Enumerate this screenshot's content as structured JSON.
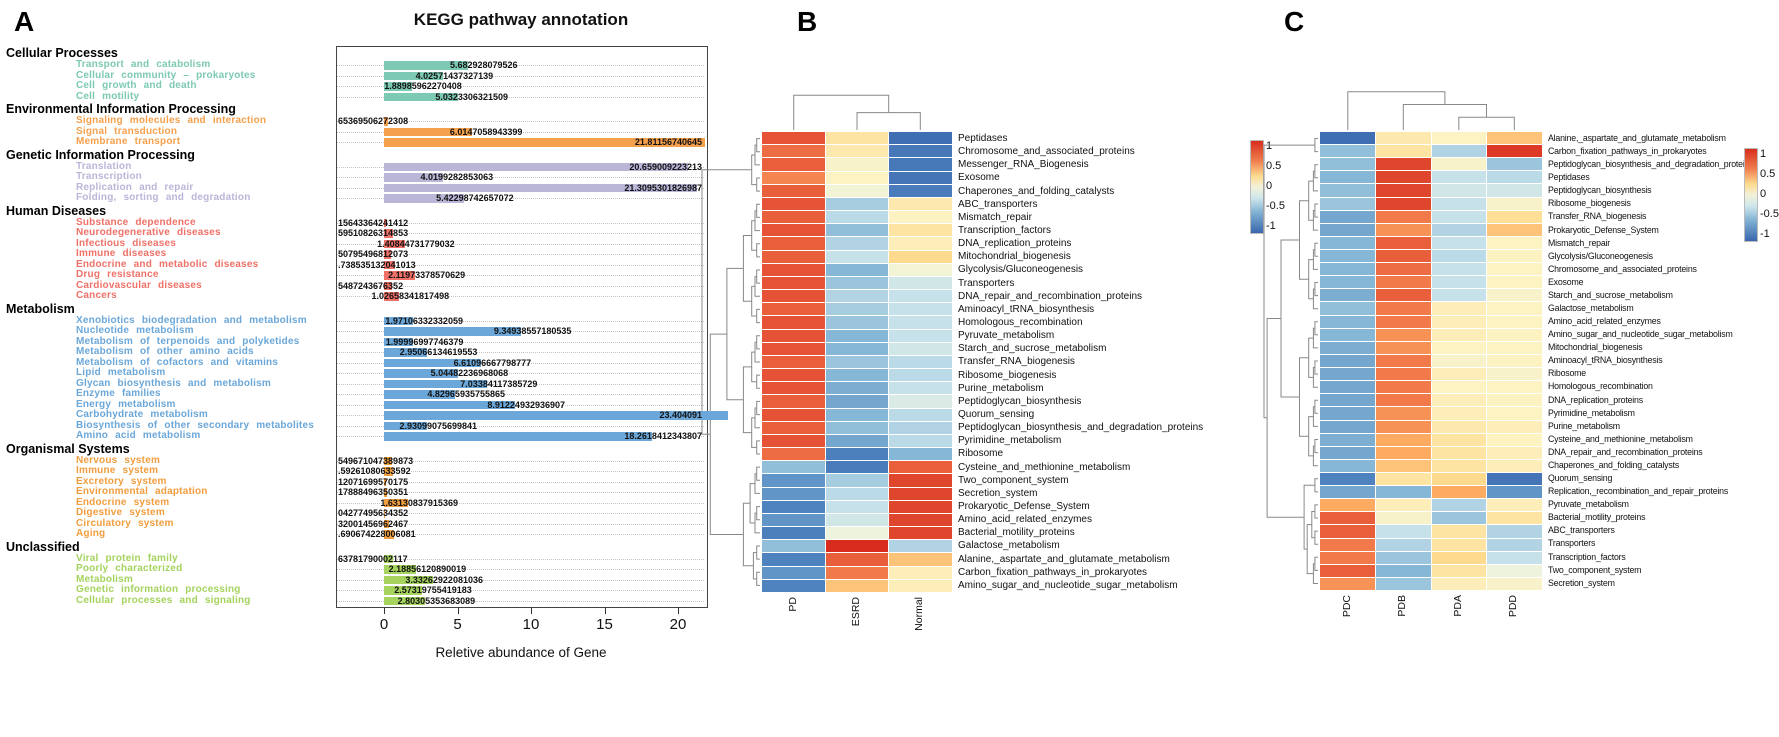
{
  "figure": {
    "panel_a_letter": "A",
    "panel_b_letter": "B",
    "panel_c_letter": "C"
  },
  "chart_data": [
    {
      "type": "bar",
      "panel": "A",
      "title": "KEGG pathway annotation",
      "xlabel": "Reletive abundance of Gene",
      "x_ticks": [
        0,
        5,
        10,
        15,
        20
      ],
      "x_axis_max_units": 21.9,
      "groups": [
        {
          "name": "Cellular Processes",
          "color": "#7cc9b4",
          "items": [
            {
              "label": "Transport and catabolism",
              "value": 5.683,
              "text": "5.682928079526"
            },
            {
              "label": "Cellular community – prokaryotes",
              "value": 4.026,
              "text": "4.02571437327139"
            },
            {
              "label": "Cell growth and death",
              "value": 1.89,
              "text": "1.88985962270408"
            },
            {
              "label": "Cell motility",
              "value": 5.032,
              "text": "5.0323306321509"
            }
          ]
        },
        {
          "name": "Environmental Information Processing",
          "color": "#f5a04c",
          "items": [
            {
              "label": "Signaling molecules and interaction",
              "value": 0.27,
              "text": "65369506272308"
            },
            {
              "label": "Signal transduction",
              "value": 6.015,
              "text": "6.0147058943399"
            },
            {
              "label": "Membrane transport",
              "value": 21.812,
              "text": "21.81156740645"
            }
          ]
        },
        {
          "name": "Genetic Information Processing",
          "color": "#b9b6d8",
          "items": [
            {
              "label": "Translation",
              "value": 20.659,
              "text": "20.659009223213"
            },
            {
              "label": "Transcription",
              "value": 4.02,
              "text": "4.0199282853063"
            },
            {
              "label": "Replication and repair",
              "value": 21.31,
              "text": "21.3095301826987"
            },
            {
              "label": "Folding, sorting and degradation",
              "value": 5.423,
              "text": "5.42298742657072"
            }
          ]
        },
        {
          "name": "Human Diseases",
          "color": "#ef7168",
          "items": [
            {
              "label": "Substance dependence",
              "value": 0.156,
              "text": "15643364241412"
            },
            {
              "label": "Neurodegenerative diseases",
              "value": 0.595,
              "text": "59510826314853"
            },
            {
              "label": "Infectious diseases",
              "value": 1.408,
              "text": "1.40844731779032"
            },
            {
              "label": "Immune diseases",
              "value": 0.508,
              "text": "50795496812073"
            },
            {
              "label": "Endocrine and metabolic diseases",
              "value": 0.739,
              "text": ".738535132041013"
            },
            {
              "label": "Drug resistance",
              "value": 2.12,
              "text": "2.11973378570629"
            },
            {
              "label": "Cardiovascular diseases",
              "value": 0.549,
              "text": "5487243676352"
            },
            {
              "label": "Cancers",
              "value": 1.027,
              "text": "1.02658341817498"
            }
          ]
        },
        {
          "name": "Metabolism",
          "color": "#6ba7d8",
          "items": [
            {
              "label": "Xenobiotics biodegradation and metabolism",
              "value": 1.971,
              "text": "1.97106332332059"
            },
            {
              "label": "Nucleotide metabolism",
              "value": 9.349,
              "text": "9.34938557180535"
            },
            {
              "label": "Metabolism of terpenoids and polyketides",
              "value": 2.0,
              "text": "1.99996997746379"
            },
            {
              "label": "Metabolism of other amino acids",
              "value": 2.951,
              "text": "2.95066134619553"
            },
            {
              "label": "Metabolism of cofactors and vitamins",
              "value": 6.611,
              "text": "6.61096667798777"
            },
            {
              "label": "Lipid metabolism",
              "value": 5.045,
              "text": "5.04482236968068"
            },
            {
              "label": "Glycan biosynthesis and metabolism",
              "value": 7.034,
              "text": "7.03384117385729"
            },
            {
              "label": "Enzyme families",
              "value": 4.83,
              "text": "4.82965935755865"
            },
            {
              "label": "Energy metabolism",
              "value": 8.912,
              "text": "8.91224932936907"
            },
            {
              "label": "Carbohydrate metabolism",
              "value": 23.404,
              "text": "23.404091"
            },
            {
              "label": "Biosynthesis of other secondary metabolites",
              "value": 2.931,
              "text": "2.93099075699841"
            },
            {
              "label": "Amino acid metabolism",
              "value": 18.262,
              "text": "18.2618412343807"
            }
          ]
        },
        {
          "name": "Organismal Systems",
          "color": "#f09d3e",
          "items": [
            {
              "label": "Nervous system",
              "value": 0.55,
              "text": "549671047389873"
            },
            {
              "label": "Immune system",
              "value": 0.593,
              "text": ".59261080633592"
            },
            {
              "label": "Excretory system",
              "value": 0.121,
              "text": "12071699570175"
            },
            {
              "label": "Environmental adaptation",
              "value": 0.179,
              "text": "17888496350351"
            },
            {
              "label": "Endocrine system",
              "value": 1.631,
              "text": "1.63130837915369"
            },
            {
              "label": "Digestive system",
              "value": 0.043,
              "text": "04277495634352"
            },
            {
              "label": "Circulatory system",
              "value": 0.32,
              "text": "32001456962467"
            },
            {
              "label": "Aging",
              "value": 0.691,
              "text": ".690674228006081"
            }
          ]
        },
        {
          "name": "Unclassified",
          "color": "#a5d35e",
          "items": [
            {
              "label": "Viral protein family",
              "value": 0.638,
              "text": "63781790002117"
            },
            {
              "label": "Poorly characterized",
              "value": 2.189,
              "text": "2.18856120890019"
            },
            {
              "label": "Metabolism",
              "value": 3.333,
              "text": "3.33262922081036"
            },
            {
              "label": "Genetic information processing",
              "value": 2.573,
              "text": "2.57319755419183"
            },
            {
              "label": "Cellular processes and signaling",
              "value": 2.803,
              "text": "2.80305353683089"
            }
          ]
        }
      ]
    },
    {
      "type": "heatmap",
      "panel": "B",
      "columns": [
        "PD",
        "ESRD",
        "Normal"
      ],
      "legend_ticks": [
        "1",
        "0.5",
        "0",
        "-0.5",
        "-1"
      ],
      "rows": [
        "Peptidases",
        "Chromosome_and_associated_proteins",
        "Messenger_RNA_Biogenesis",
        "Exosome",
        "Chaperones_and_folding_catalysts",
        "ABC_transporters",
        "Mismatch_repair",
        "Transcription_factors",
        "DNA_replication_proteins",
        "Mitochondrial_biogenesis",
        "Glycolysis/Gluconeogenesis",
        "Transporters",
        "DNA_repair_and_recombination_proteins",
        "Aminoacyl_tRNA_biosynthesis",
        "Homologous_recombination",
        "Pyruvate_metabolism",
        "Starch_and_sucrose_metabolism",
        "Transfer_RNA_biogenesis",
        "Ribosome_biogenesis",
        "Purine_metabolism",
        "Peptidoglycan_biosynthesis",
        "Quorum_sensing",
        "Peptidoglycan_biosynthesis_and_degradation_proteins",
        "Pyrimidine_metabolism",
        "Ribosome",
        "Cysteine_and_methionine_metabolism",
        "Two_component_system",
        "Secretion_system",
        "Prokaryotic_Defense_System",
        "Amino_acid_related_enzymes",
        "Bacterial_motility_proteins",
        "Galactose_metabolism",
        "Alanine,_aspartate_and_glutamate_metabolism",
        "Carbon_fixation_pathways_in_prokaryotes",
        "Amino_sugar_and_nucleotide_sugar_metabolism"
      ],
      "values": [
        [
          0.95,
          0.3,
          -1.1
        ],
        [
          0.85,
          0.25,
          -0.95
        ],
        [
          0.9,
          0.1,
          -0.95
        ],
        [
          0.75,
          0.15,
          -1.0
        ],
        [
          0.9,
          0.05,
          -0.9
        ],
        [
          0.95,
          -0.35,
          0.25
        ],
        [
          0.9,
          -0.25,
          0.15
        ],
        [
          0.95,
          -0.45,
          0.3
        ],
        [
          0.9,
          -0.3,
          0.2
        ],
        [
          0.9,
          -0.2,
          0.4
        ],
        [
          0.95,
          -0.5,
          0.05
        ],
        [
          0.95,
          -0.4,
          -0.15
        ],
        [
          0.95,
          -0.3,
          -0.2
        ],
        [
          0.9,
          -0.35,
          -0.2
        ],
        [
          0.95,
          -0.4,
          -0.2
        ],
        [
          0.95,
          -0.5,
          -0.2
        ],
        [
          0.95,
          -0.5,
          -0.15
        ],
        [
          0.9,
          -0.4,
          -0.25
        ],
        [
          0.95,
          -0.5,
          -0.25
        ],
        [
          0.95,
          -0.55,
          -0.2
        ],
        [
          0.9,
          -0.6,
          -0.1
        ],
        [
          0.95,
          -0.5,
          -0.25
        ],
        [
          0.9,
          -0.45,
          -0.3
        ],
        [
          0.95,
          -0.6,
          -0.25
        ],
        [
          0.85,
          -0.85,
          -0.5
        ],
        [
          -0.45,
          -0.9,
          0.9
        ],
        [
          -0.7,
          -0.35,
          1.0
        ],
        [
          -0.7,
          -0.25,
          1.0
        ],
        [
          -0.8,
          -0.2,
          1.0
        ],
        [
          -0.7,
          -0.15,
          1.0
        ],
        [
          -0.85,
          0.0,
          1.0
        ],
        [
          -0.45,
          1.1,
          -0.3
        ],
        [
          -0.8,
          0.9,
          0.5
        ],
        [
          -0.7,
          0.8,
          0.2
        ],
        [
          -0.8,
          0.5,
          0.2
        ]
      ],
      "row_cluster_breaks": [
        4,
        24,
        30
      ],
      "col_merges": [
        [
          1,
          2
        ],
        [
          0,
          3
        ]
      ]
    },
    {
      "type": "heatmap",
      "panel": "C",
      "columns": [
        "PDC",
        "PDB",
        "PDA",
        "PDD"
      ],
      "legend_ticks": [
        "1",
        "0.5",
        "0",
        "-0.5",
        "-1"
      ],
      "rows": [
        "Alanine,_aspartate_and_glutamate_metabolism",
        "Carbon_fixation_pathways_in_prokaryotes",
        "Peptidoglycan_biosynthesis_and_degradation_proteins",
        "Peptidases",
        "Peptidoglycan_biosynthesis",
        "Ribosome_biogenesis",
        "Transfer_RNA_biogenesis",
        "Prokaryotic_Defense_System",
        "Mismatch_repair",
        "Glycolysis/Gluconeogenesis",
        "Chromosome_and_associated_proteins",
        "Exosome",
        "Starch_and_sucrose_metabolism",
        "Galactose_metabolism",
        "Amino_acid_related_enzymes",
        "Amino_sugar_and_nucleotide_sugar_metabolism",
        "Mitochondrial_biogenesis",
        "Aminoacyl_tRNA_biosynthesis",
        "Ribosome",
        "Homologous_recombination",
        "DNA_replication_proteins",
        "Pyrimidine_metabolism",
        "Purine_metabolism",
        "Cysteine_and_methionine_metabolism",
        "DNA_repair_and_recombination_proteins",
        "Chaperones_and_folding_catalysts",
        "Quorum_sensing",
        "Replication,_recombination_and_repair_proteins",
        "Pyruvate_metabolism",
        "Bacterial_motility_proteins",
        "ABC_transporters",
        "Transporters",
        "Transcription_factors",
        "Two_component_system",
        "Secretion_system"
      ],
      "values": [
        [
          -1.1,
          0.25,
          0.15,
          0.5
        ],
        [
          -0.45,
          0.3,
          -0.3,
          1.05
        ],
        [
          -0.45,
          1.0,
          0.1,
          -0.4
        ],
        [
          -0.5,
          1.0,
          -0.2,
          -0.25
        ],
        [
          -0.45,
          1.0,
          -0.15,
          -0.15
        ],
        [
          -0.4,
          1.0,
          -0.2,
          0.1
        ],
        [
          -0.6,
          0.8,
          -0.2,
          0.35
        ],
        [
          -0.6,
          0.7,
          -0.3,
          0.5
        ],
        [
          -0.5,
          0.9,
          -0.2,
          0.15
        ],
        [
          -0.5,
          0.9,
          -0.25,
          0.15
        ],
        [
          -0.5,
          0.85,
          -0.2,
          0.15
        ],
        [
          -0.5,
          0.8,
          -0.2,
          0.15
        ],
        [
          -0.55,
          0.9,
          -0.2,
          0.1
        ],
        [
          -0.45,
          0.8,
          0.2,
          0.15
        ],
        [
          -0.5,
          0.8,
          0.2,
          0.15
        ],
        [
          -0.5,
          0.7,
          0.2,
          0.15
        ],
        [
          -0.55,
          0.7,
          0.15,
          0.15
        ],
        [
          -0.6,
          0.8,
          0.1,
          0.15
        ],
        [
          -0.6,
          0.8,
          0.2,
          0.1
        ],
        [
          -0.6,
          0.8,
          0.15,
          0.15
        ],
        [
          -0.6,
          0.8,
          0.2,
          0.15
        ],
        [
          -0.6,
          0.7,
          0.2,
          0.15
        ],
        [
          -0.6,
          0.7,
          0.25,
          0.2
        ],
        [
          -0.55,
          0.6,
          0.3,
          0.15
        ],
        [
          -0.6,
          0.6,
          0.3,
          0.2
        ],
        [
          -0.5,
          0.5,
          0.3,
          0.2
        ],
        [
          -0.8,
          0.3,
          0.4,
          -1.0
        ],
        [
          -0.6,
          -0.5,
          0.6,
          -0.7
        ],
        [
          0.6,
          0.2,
          -0.3,
          0.2
        ],
        [
          0.9,
          0.1,
          -0.4,
          0.3
        ],
        [
          0.9,
          -0.2,
          0.3,
          -0.3
        ],
        [
          0.8,
          -0.3,
          0.3,
          -0.3
        ],
        [
          0.8,
          -0.4,
          0.4,
          -0.2
        ],
        [
          0.9,
          -0.5,
          0.3,
          0.0
        ],
        [
          0.7,
          -0.4,
          0.2,
          0.1
        ]
      ],
      "row_cluster_breaks": [
        1,
        25,
        27
      ],
      "col_merges": [
        [
          2,
          3
        ],
        [
          1,
          4
        ],
        [
          0,
          5
        ]
      ]
    }
  ],
  "heatmap_palette": [
    [
      -1.2,
      "#3a67ad"
    ],
    [
      -0.8,
      "#4f83bf"
    ],
    [
      -0.5,
      "#86b7d6"
    ],
    [
      -0.2,
      "#c6e1ea"
    ],
    [
      0.0,
      "#eef3de"
    ],
    [
      0.15,
      "#fdf2c2"
    ],
    [
      0.4,
      "#fdda8e"
    ],
    [
      0.6,
      "#fcab61"
    ],
    [
      0.85,
      "#ee6c44"
    ],
    [
      1.1,
      "#d72c1e"
    ]
  ]
}
